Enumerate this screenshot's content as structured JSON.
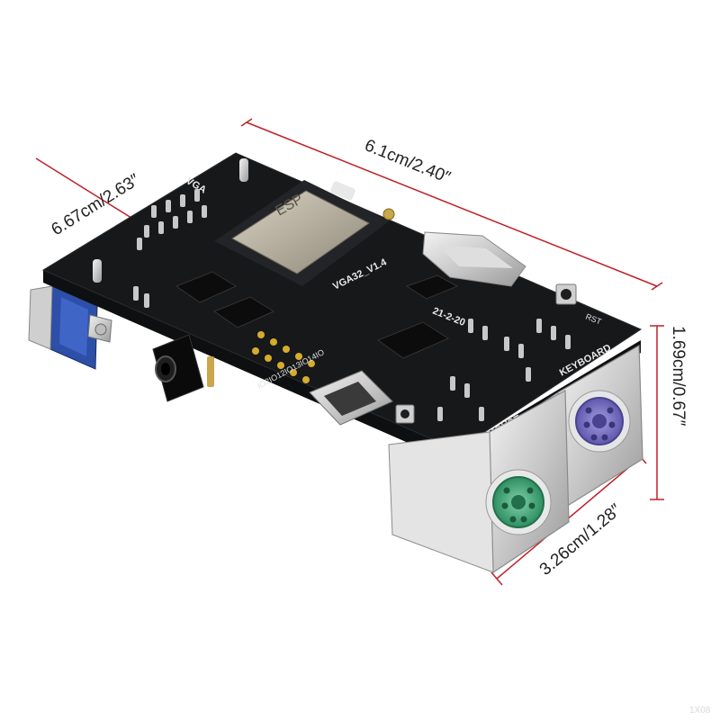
{
  "dimensions": {
    "width_label": "6.67cm/2.63″",
    "length_label": "6.1cm/2.40″",
    "height_label": "1.69cm/0.67″",
    "depth_label": "3.26cm/1.28″"
  },
  "board": {
    "vga_label": "VGA",
    "model_label": "VGA32_V1.4",
    "date_label": "21-2-20",
    "rst_label": "RST",
    "keyboard_label": "KEYBOARD",
    "mouse_label": "MOUSE",
    "pins_label": "IO2IO12IO13IO14IO"
  },
  "colors": {
    "pcb": "#17181a",
    "measure_line": "#c0202a",
    "keyboard_port": "#7f79c8",
    "mouse_port": "#4fae84",
    "vga_connector": "#2d4fa8"
  },
  "watermark": "1X08"
}
